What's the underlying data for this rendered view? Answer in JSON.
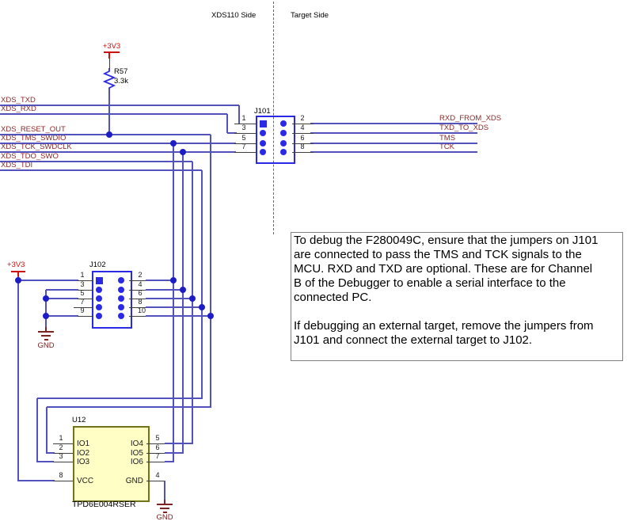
{
  "header": {
    "left_label": "XDS110 Side",
    "right_label": "Target Side"
  },
  "nets": {
    "left": [
      "XDS_TXD",
      "XDS_RXD",
      "XDS_RESET_OUT",
      "XDS_TMS_SWDIO",
      "XDS_TCK_SWDCLK",
      "XDS_TDO_SWO",
      "XDS_TDI"
    ],
    "right": [
      "RXD_FROM_XDS",
      "TXD_TO_XDS",
      "TMS",
      "TCK"
    ],
    "power": "+3V3",
    "ground": "GND"
  },
  "resistor": {
    "ref": "R57",
    "value": "3.3k"
  },
  "connectors": {
    "j101": {
      "ref": "J101",
      "left_pins": [
        "1",
        "3",
        "5",
        "7"
      ],
      "right_pins": [
        "2",
        "4",
        "6",
        "8"
      ]
    },
    "j102": {
      "ref": "J102",
      "left_pins": [
        "1",
        "3",
        "5",
        "7",
        "9"
      ],
      "right_pins": [
        "2",
        "4",
        "6",
        "8",
        "10"
      ]
    }
  },
  "ic": {
    "ref": "U12",
    "part": "TPD6E004RSER",
    "left_pin_numbers": [
      "1",
      "2",
      "3",
      "8"
    ],
    "left_pin_names": [
      "IO1",
      "IO2",
      "IO3",
      "VCC"
    ],
    "right_pin_numbers": [
      "5",
      "6",
      "7",
      "4"
    ],
    "right_pin_names": [
      "IO4",
      "IO5",
      "IO6",
      "GND"
    ]
  },
  "note": {
    "paragraph1": "To debug the F280049C, ensure that the jumpers on J101\nare connected to pass the TMS and TCK signals to the\nMCU. RXD and TXD are optional. These are for Channel\nB of the Debugger to enable a serial interface to the\nconnected PC.",
    "paragraph2": "If debugging an external target, remove the jumpers from\nJ101 and connect the external target to J102."
  },
  "colors": {
    "wire": "#5252bc",
    "connector_outline": "#2a2ae6",
    "net_label": "#8e2828",
    "power": "#cc1111",
    "ground_symbol": "#7e2222",
    "ic_fill": "#ffffc5",
    "ic_border": "#72721c"
  }
}
